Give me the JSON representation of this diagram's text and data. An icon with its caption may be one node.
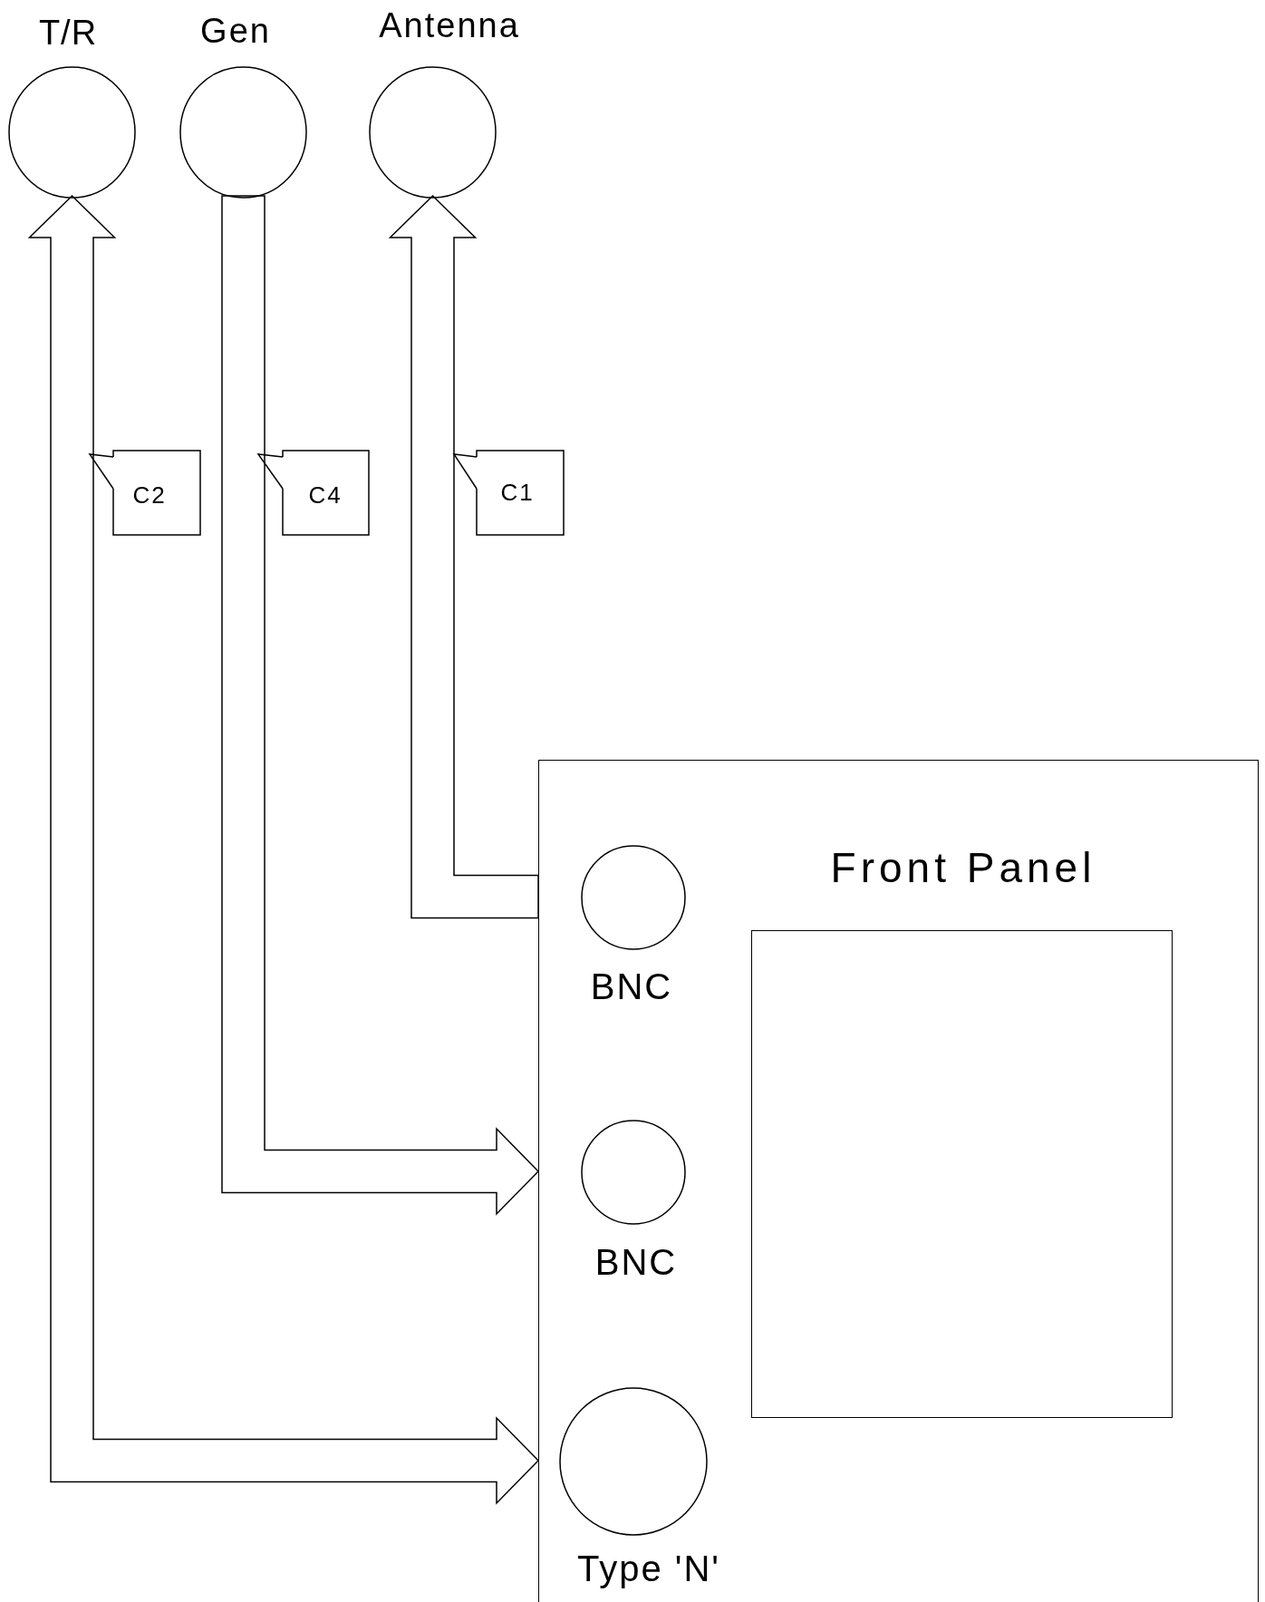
{
  "diagram": {
    "nodes": [
      {
        "text": [
          "T/R"
        ]
      },
      {
        "text": [
          "Gen"
        ]
      },
      {
        "text": [
          "Antenna"
        ]
      },
      {
        "text": [
          "C2"
        ]
      },
      {
        "text": [
          "C4"
        ]
      },
      {
        "text": [
          "C1"
        ]
      },
      {
        "text": [
          "Front Panel"
        ]
      },
      {
        "text": [
          "BNC"
        ],
        "in": 6
      },
      {
        "text": [
          "BNC"
        ],
        "in": 6
      },
      {
        "text": [
          "Type 'N'"
        ],
        "in": 6
      },
      {
        "text": [],
        "shape": "box",
        "in": 6
      }
    ],
    "edges": [
      {
        "from": 7,
        "to": 2,
        "arrow": "to"
      },
      {
        "from": 1,
        "to": 8,
        "arrow": "to"
      },
      {
        "from": 0,
        "to": 9,
        "arrow": "both"
      },
      {
        "from": 3,
        "to": null,
        "arrow": "none"
      },
      {
        "from": 4,
        "to": null,
        "arrow": "none"
      },
      {
        "from": 5,
        "to": null,
        "arrow": "none"
      }
    ]
  }
}
